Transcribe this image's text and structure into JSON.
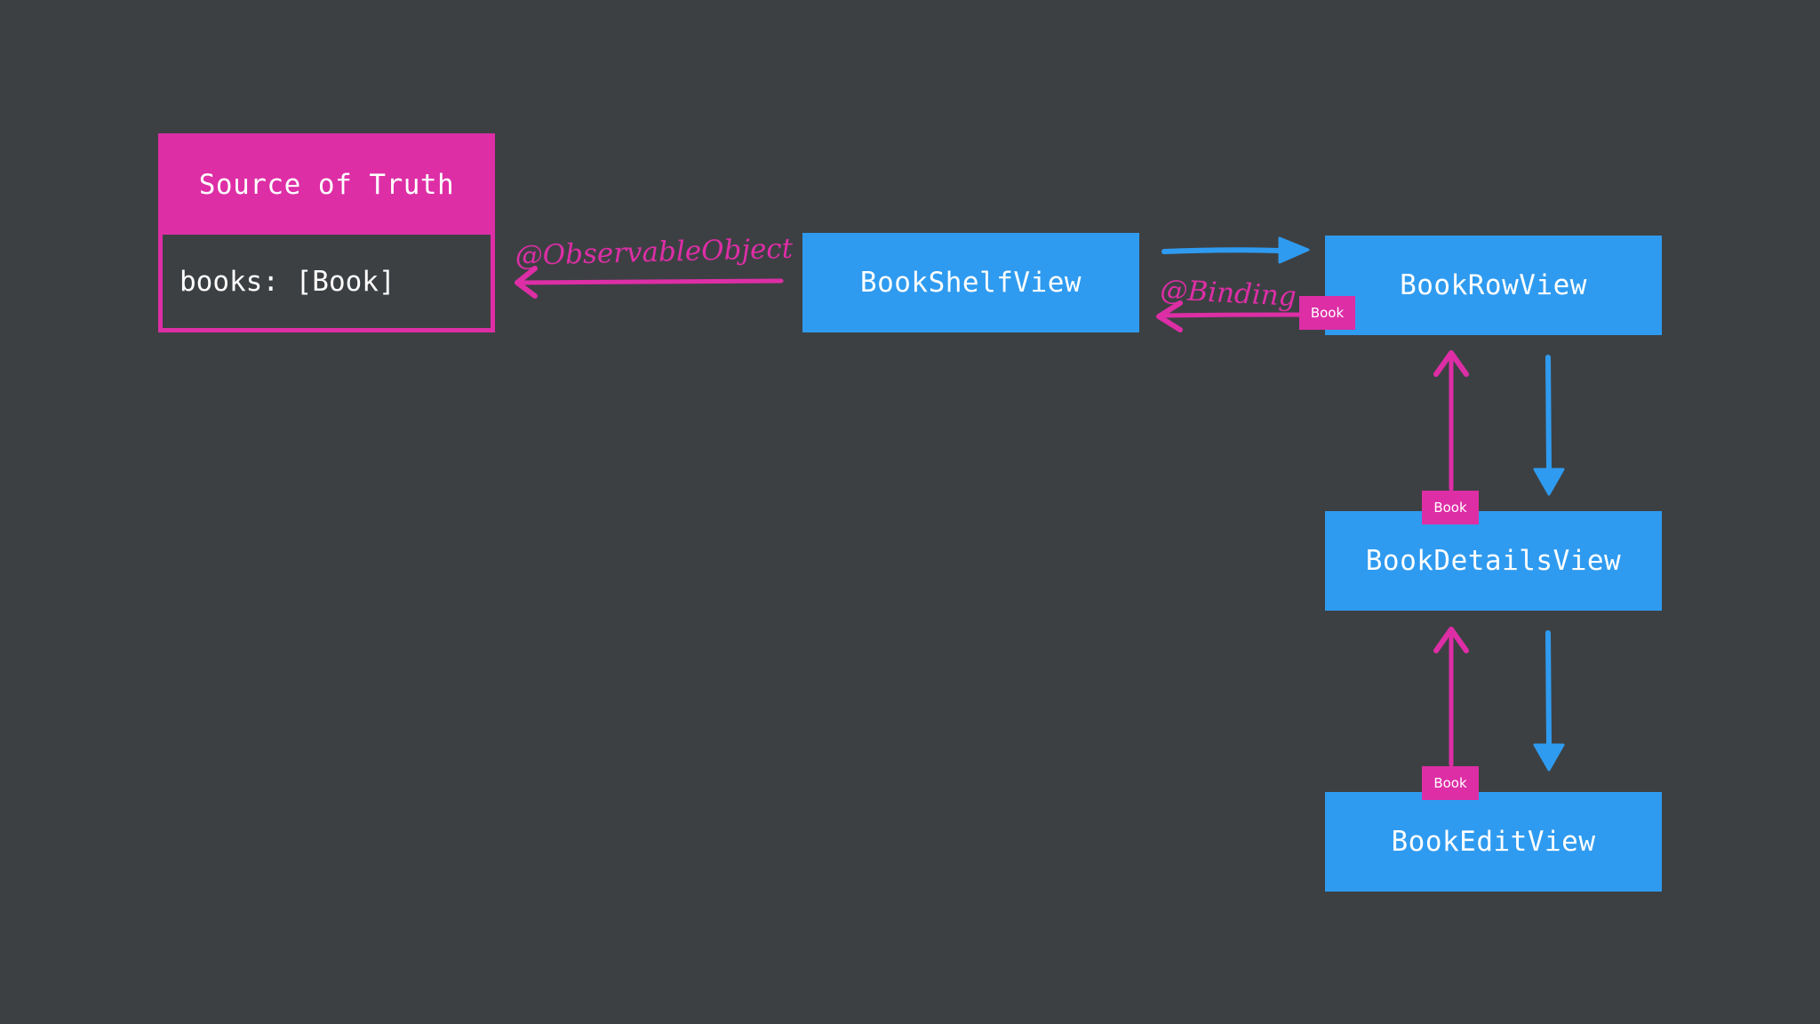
{
  "source_of_truth": {
    "title": "Source of Truth",
    "property": "books: [Book]"
  },
  "views": {
    "bookshelf": "BookShelfView",
    "bookrow": "BookRowView",
    "bookdetails": "BookDetailsView",
    "bookedit": "BookEditView"
  },
  "labels": {
    "observable_object": "@ObservableObject",
    "binding": "@Binding"
  },
  "tags": {
    "row": "Book",
    "details": "Book",
    "edit": "Book"
  },
  "colors": {
    "background": "#3d4043",
    "magenta": "#dd2ea6",
    "blue": "#2f9bf0"
  }
}
